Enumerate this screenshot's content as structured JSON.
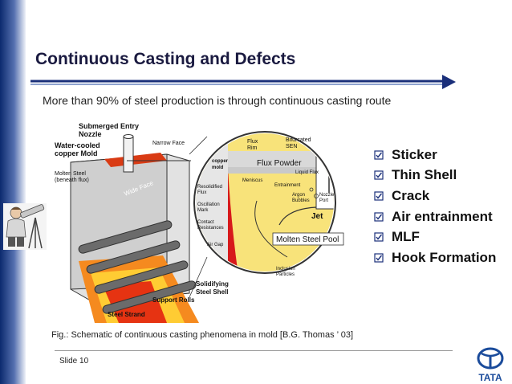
{
  "slide": {
    "title": "Continuous Casting and Defects",
    "subtitle": "More than 90% of steel production is through continuous casting route",
    "caption": "Fig.: Schematic of continuous casting phenomena in mold [B.G. Thomas ’ 03]",
    "slide_number": "Slide 10",
    "accent_color": "#1a2f7a",
    "logo_text": "TATA"
  },
  "bullets": [
    {
      "label": "Sticker"
    },
    {
      "label": "Thin Shell"
    },
    {
      "label": "Crack"
    },
    {
      "label": "Air entrainment"
    },
    {
      "label": "MLF"
    },
    {
      "label": "Hook Formation"
    }
  ],
  "diagram": {
    "labels": {
      "submerged_entry_nozzle_1": "Submerged Entry",
      "submerged_entry_nozzle_2": "Nozzle",
      "water_cooled_mold_1": "Water-cooled",
      "water_cooled_mold_2": "copper Mold",
      "molten_steel_1": "Molten Steel",
      "molten_steel_2": "(beneath flux)",
      "narrow_face": "Narrow Face",
      "wide_face": "Wide Face",
      "support_rolls": "Support Rolls",
      "steel_strand": "Steel Strand",
      "flux_rim_1": "Flux",
      "flux_rim_2": "Rim",
      "bifurcated_sen_1": "Bifurcated",
      "bifurcated_sen_2": "SEN",
      "copper_mold_1": "copper",
      "copper_mold_2": "mold",
      "flux_powder": "Flux Powder",
      "liquid_flux": "Liquid Flux",
      "meniscus": "Meniscus",
      "entrainment": "Entrainment",
      "resolidified_flux_1": "Resolidified",
      "resolidified_flux_2": "Flux",
      "argon_bubbles_1": "Argon",
      "argon_bubbles_2": "Bubbles",
      "nozzle_port_1": "Nozzle",
      "nozzle_port_2": "Port",
      "oscillation_mark_1": "Oscillation",
      "oscillation_mark_2": "Mark",
      "jet": "Jet",
      "contact_resistances_1": "Contact",
      "contact_resistances_2": "Resistances",
      "molten_steel_pool": "Molten Steel Pool",
      "air_gap": "Air Gap",
      "inclusion_particles_1": "Inclusion",
      "inclusion_particles_2": "Particles",
      "solidifying_shell_1": "Solidifying",
      "solidifying_shell_2": "Steel Shell"
    }
  }
}
